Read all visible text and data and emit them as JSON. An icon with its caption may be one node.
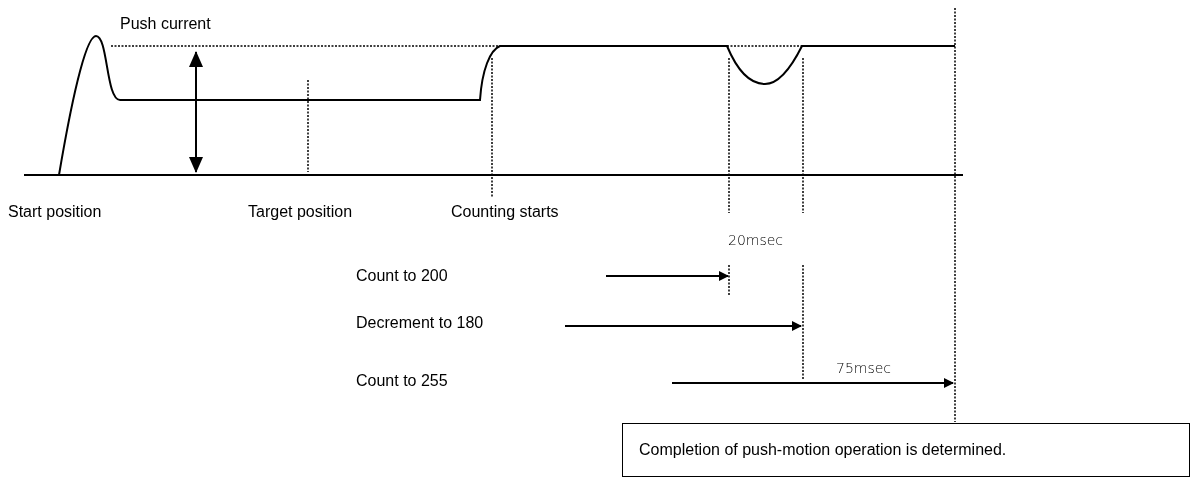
{
  "diagram": {
    "nodes": [
      {
        "text": [
          "Completion of push-motion operation is determined."
        ]
      }
    ],
    "edges": [],
    "labels": [
      "Push current",
      "Start position",
      "Target position",
      "Counting starts",
      "20msec",
      "Count to 200",
      "Decrement to 180",
      "75msec",
      "Count to 255"
    ]
  }
}
